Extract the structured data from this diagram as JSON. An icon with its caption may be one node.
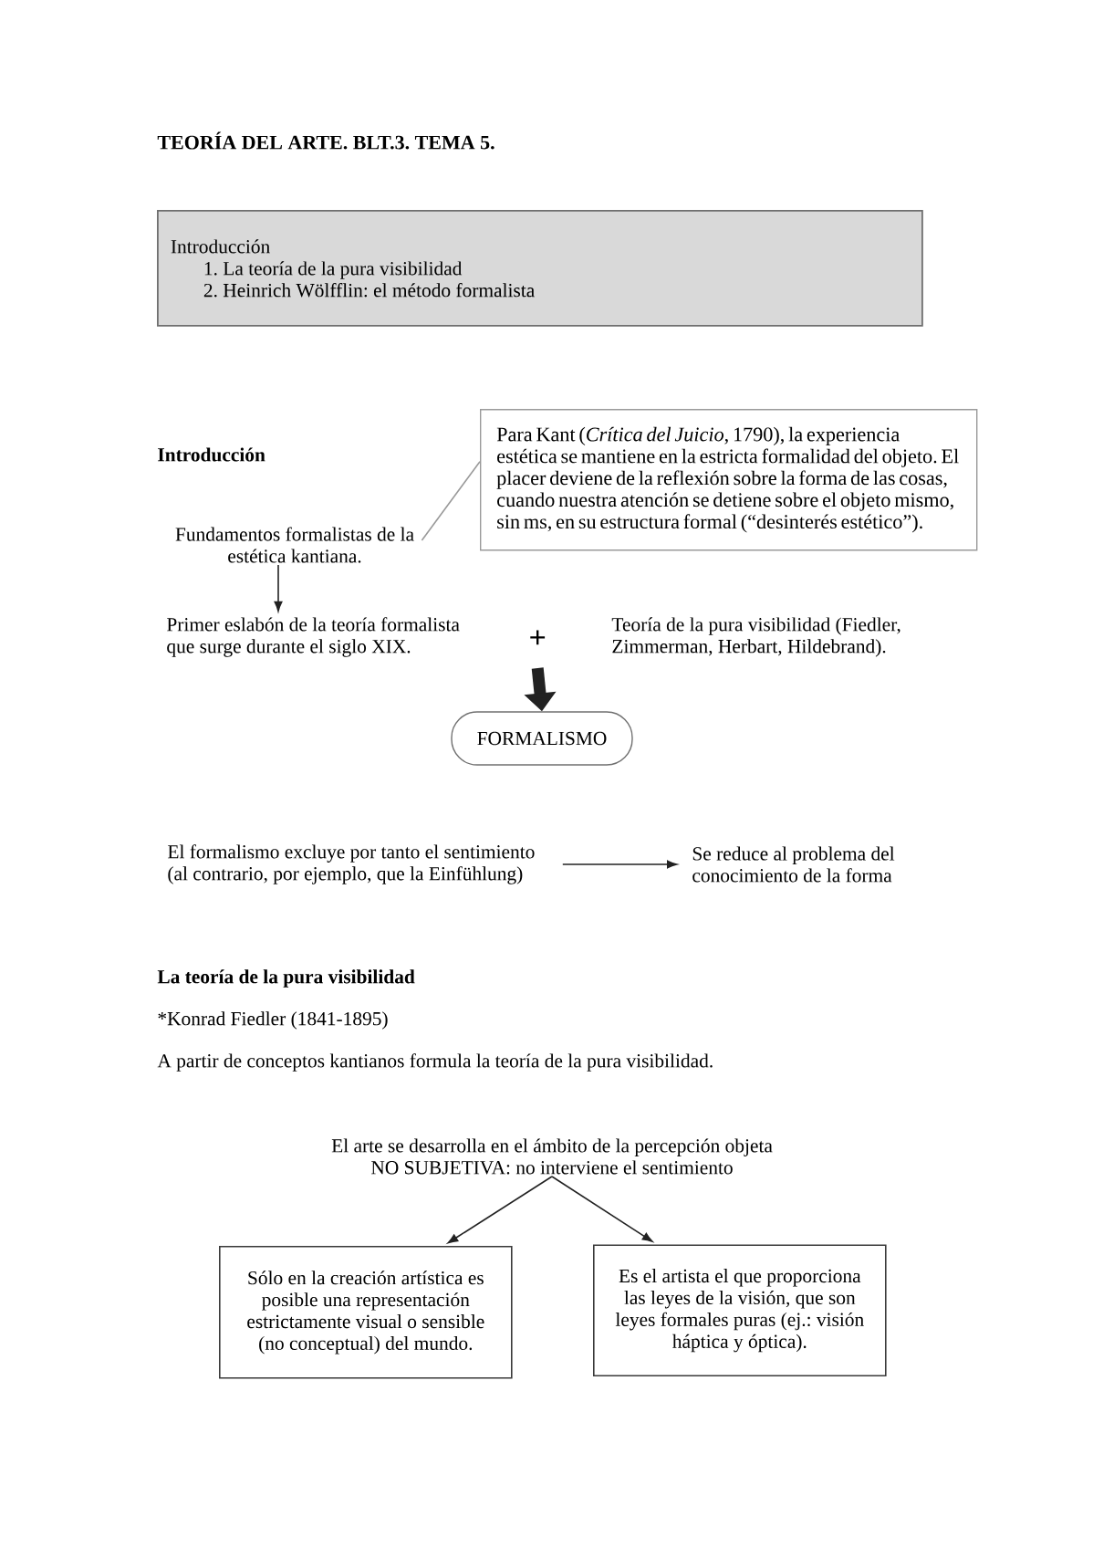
{
  "diagram": {
    "title": "TEORÍA DEL ARTE. BLT.3. TEMA 5.",
    "nodes": [
      {
        "text": [
          "Introducción",
          "1. La teoría de la pura visibilidad",
          "2. Heinrich Wölfflin: el método formalista"
        ]
      },
      {
        "text": [
          "Para Kant (*Crítica del Juicio*, 1790), la experiencia estética se mantiene en la estricta formalidad del objeto. El placer deviene de la reflexión sobre la forma de las cosas, cuando nuestra atención se detiene sobre el objeto mismo, sin ms, en su estructura formal (“desinterés estético”)."
        ]
      },
      {
        "text": [
          "Fundamentos formalistas de la estética kantiana."
        ]
      },
      {
        "text": [
          "Primer eslabón de la teoría formalista que surge durante el siglo XIX."
        ]
      },
      {
        "text": [
          "+"
        ]
      },
      {
        "text": [
          "Teoría de la pura visibilidad (Fiedler, Zimmerman, Herbart, Hildebrand)."
        ]
      },
      {
        "text": [
          "FORMALISMO"
        ]
      },
      {
        "text": [
          "El formalismo excluye por tanto el sentimiento (al contrario, por ejemplo, que la Einfühlung)"
        ]
      },
      {
        "text": [
          "Se reduce al problema del conocimiento de la forma"
        ]
      },
      {
        "text": [
          "El arte se desarrolla en el ámbito de la percepción objeta NO SUBJETIVA: no interviene el sentimiento"
        ]
      },
      {
        "text": [
          "Sólo en la creación artística es posible una representación estrictamente visual o sensible (no conceptual) del mundo."
        ]
      },
      {
        "text": [
          "Es el artista el que proporciona las leyes de la visión, que son leyes formales puras (ej.: visión háptica y óptica)."
        ]
      }
    ],
    "edges": [
      {
        "from": 2,
        "to": 1,
        "arrow": "none",
        "color": "#999999"
      },
      {
        "from": 2,
        "to": 3,
        "arrow": "to"
      },
      {
        "from": 4,
        "to": 6,
        "arrow": "to",
        "style": "thick"
      },
      {
        "from": 7,
        "to": 8,
        "arrow": "to"
      },
      {
        "from": 9,
        "to": 10,
        "arrow": "to"
      },
      {
        "from": 9,
        "to": 11,
        "arrow": "to"
      }
    ],
    "labels": [
      "Introducción",
      "La teoría de la pura visibilidad",
      "*Konrad Fiedler (1841-1895)",
      "A partir de conceptos kantianos formula la teoría de la pura visibilidad."
    ]
  }
}
